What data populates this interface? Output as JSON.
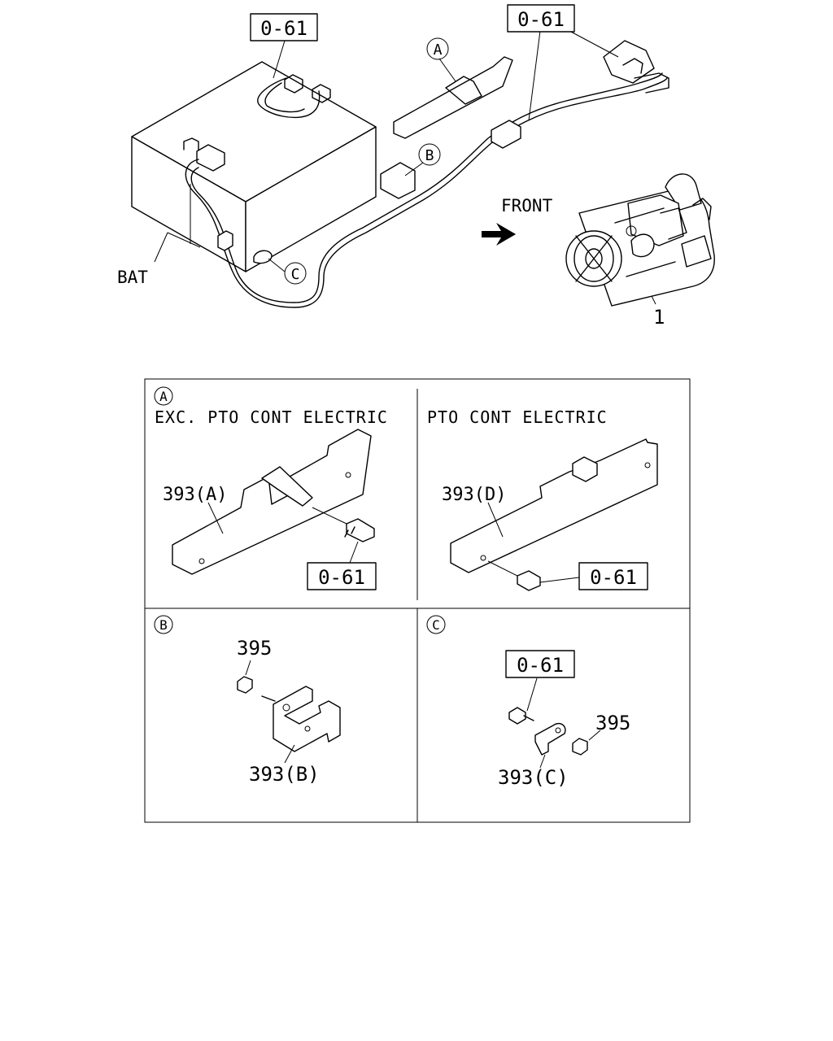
{
  "top": {
    "ref_battery_cable": "0-61",
    "ref_starter_cable": "0-61",
    "callout_a": "A",
    "callout_b": "B",
    "callout_c": "C",
    "direction_label": "FRONT",
    "battery_label": "BAT",
    "starter_number": "1"
  },
  "detail_a": {
    "marker": "A",
    "left": {
      "heading": "EXC. PTO CONT ELECTRIC",
      "part": "393(A)",
      "ref": "0-61"
    },
    "right": {
      "heading": "PTO CONT ELECTRIC",
      "part": "393(D)",
      "ref": "0-61"
    }
  },
  "detail_b": {
    "marker": "B",
    "nut": "395",
    "part": "393(B)"
  },
  "detail_c": {
    "marker": "C",
    "ref": "0-61",
    "nut": "395",
    "part": "393(C)"
  }
}
